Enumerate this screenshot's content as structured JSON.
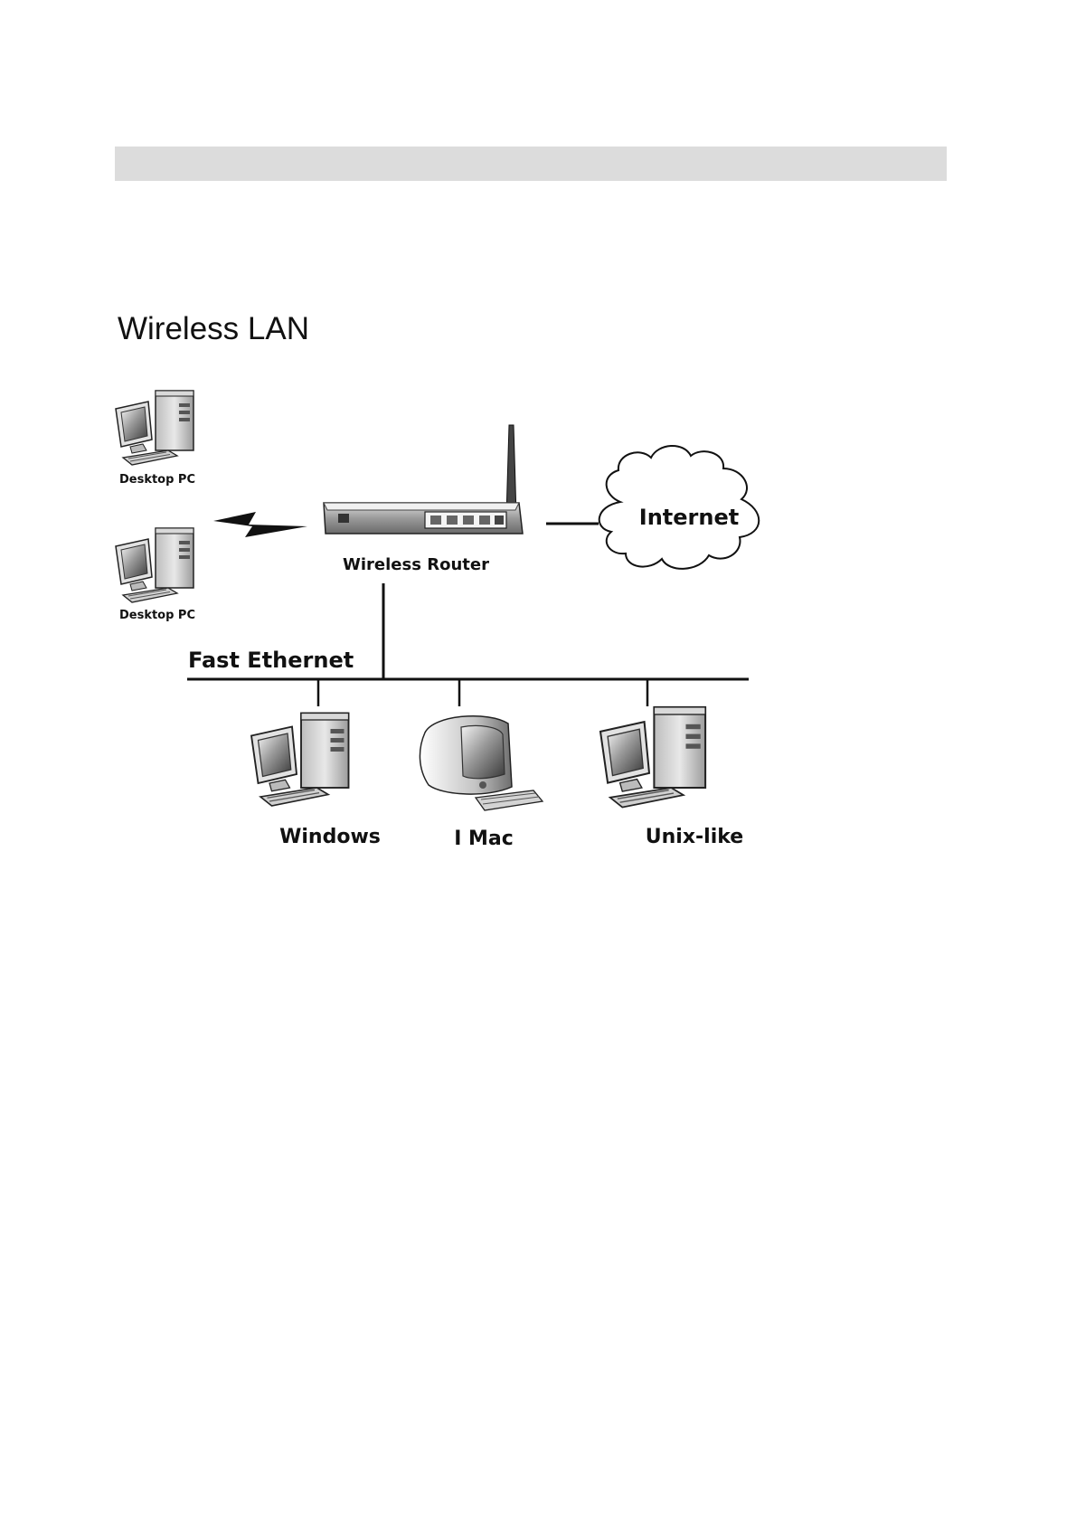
{
  "page": {
    "section_title": "Wireless LAN"
  },
  "diagram": {
    "nodes": {
      "desktop_pc_1": "Desktop PC",
      "desktop_pc_2": "Desktop PC",
      "router": "Wireless Router",
      "internet": "Internet",
      "windows": "Windows",
      "imac": "I Mac",
      "unix": "Unix-like"
    },
    "bus_label": "Fast Ethernet",
    "icons": {
      "desktop_pc": "desktop-computer-icon",
      "router": "wireless-router-icon",
      "cloud": "cloud-icon",
      "imac": "imac-computer-icon",
      "wireless_link": "lightning-bolt-icon"
    }
  }
}
